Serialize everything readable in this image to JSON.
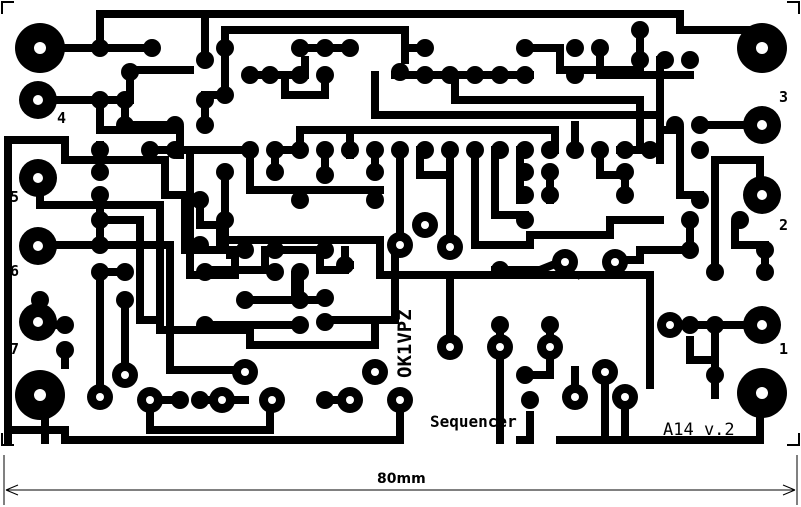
{
  "board": {
    "title": "Sequencer",
    "version": "A14 v.2",
    "author": "OK1VPZ",
    "dimension": "80mm",
    "polarity_mark": "+"
  },
  "pins": [
    {
      "label": "1"
    },
    {
      "label": "2"
    },
    {
      "label": "3"
    },
    {
      "label": "4"
    },
    {
      "label": "5"
    },
    {
      "label": "6"
    },
    {
      "label": "7"
    }
  ],
  "colors": {
    "copper": "#000000",
    "background": "#ffffff"
  }
}
